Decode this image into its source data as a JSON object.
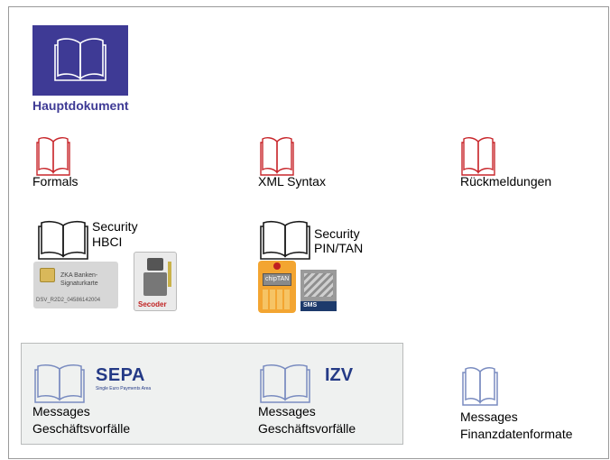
{
  "hauptdokument": {
    "label": "Hauptdokument"
  },
  "sections": {
    "formals": "Formals",
    "xml_syntax": "XML Syntax",
    "rueckmeldungen": "Rückmeldungen"
  },
  "security": {
    "hbci_line1": "Security",
    "hbci_line2": "HBCI",
    "pintan_line1": "Security",
    "pintan_line2": "PIN/TAN",
    "card_line1": "ZKA Banken-",
    "card_line2": "Signaturkarte",
    "card_code": "DSV_R2D2_04586142004",
    "secoder_label": "Secoder",
    "chiptan_label": "chipTAN",
    "sms_label": "SMS"
  },
  "messages": {
    "sepa_logo": "SEPA",
    "sepa_sub": "Single Euro Payments Area",
    "sepa_line1": "Messages",
    "sepa_line2": "Geschäftsvorfälle",
    "izv_logo": "IZV",
    "izv_line1": "Messages",
    "izv_line2": "Geschäftsvorfälle",
    "fin_line1": "Messages",
    "fin_line2": "Finanzdatenformate"
  },
  "colors": {
    "hero_bg": "#3e3a95",
    "red_book": "#c8262b",
    "black_book": "#1a1a1a",
    "blue_book": "#7a8cc0",
    "sepa_blue": "#243a86"
  }
}
